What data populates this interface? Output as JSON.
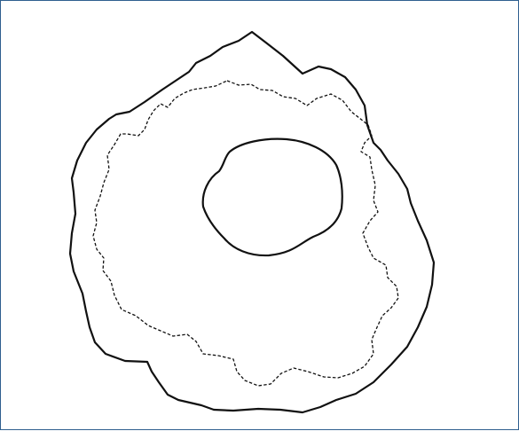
{
  "figure": {
    "border_color": "#2f5f8f",
    "line_color": "#111111",
    "background": "#ffffff",
    "shapes": [
      {
        "id": "outer-boundary",
        "line_style": "solid"
      },
      {
        "id": "inner-boundary",
        "line_style": "dashed"
      },
      {
        "id": "core-region",
        "line_style": "solid"
      }
    ]
  }
}
